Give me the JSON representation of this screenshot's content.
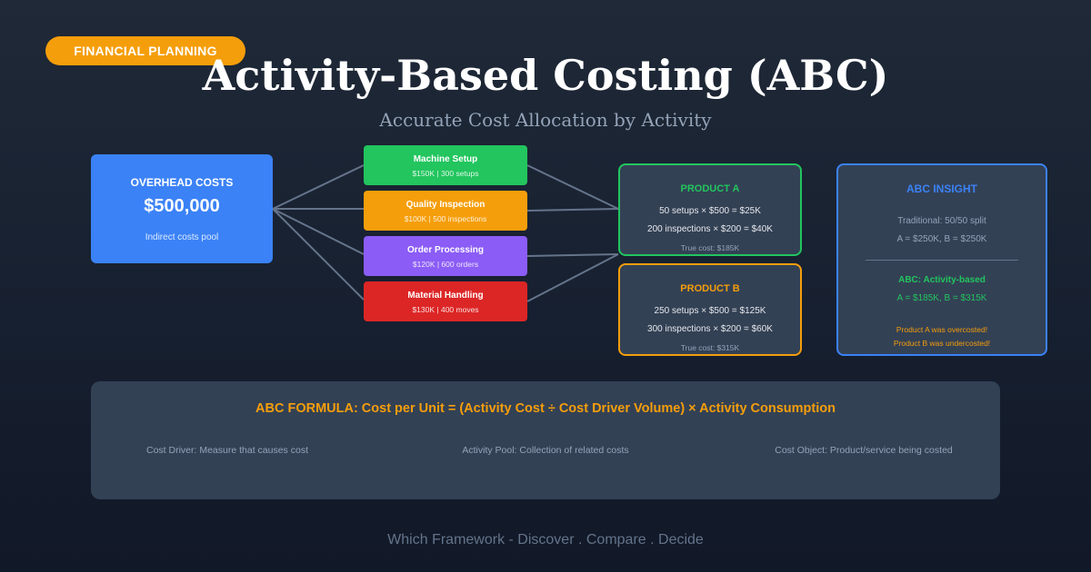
{
  "badge": "FINANCIAL PLANNING",
  "title": "Activity-Based Costing (ABC)",
  "subtitle": "Accurate Cost Allocation by Activity",
  "overhead": {
    "label": "OVERHEAD COSTS",
    "amount": "$500,000",
    "sub": "Indirect costs pool",
    "color": "#3b82f6"
  },
  "activities": [
    {
      "name": "Machine Setup",
      "detail": "$150K | 300 setups",
      "color": "#22c55e"
    },
    {
      "name": "Quality Inspection",
      "detail": "$100K | 500 inspections",
      "color": "#f59e0b"
    },
    {
      "name": "Order Processing",
      "detail": "$120K | 600 orders",
      "color": "#8b5cf6"
    },
    {
      "name": "Material Handling",
      "detail": "$130K | 400 moves",
      "color": "#dc2626"
    }
  ],
  "products": [
    {
      "name": "PRODUCT A",
      "line1": "50 setups × $500 = $25K",
      "line2": "200 inspections × $200 = $40K",
      "true_cost": "True cost: $185K",
      "color": "#22c55e"
    },
    {
      "name": "PRODUCT B",
      "line1": "250 setups × $500 = $125K",
      "line2": "300 inspections × $200 = $60K",
      "true_cost": "True cost: $315K",
      "color": "#f59e0b"
    }
  ],
  "insight": {
    "title": "ABC INSIGHT",
    "traditional": "Traditional: 50/50 split",
    "traditional_split": "A = $250K, B = $250K",
    "abc": "ABC: Activity-based",
    "abc_split": "A = $185K, B = $315K",
    "note1": "Product A was overcosted!",
    "note2": "Product B was undercosted!"
  },
  "formula": {
    "text": "ABC FORMULA: Cost per Unit = (Activity Cost ÷ Cost Driver Volume) × Activity Consumption",
    "terms": [
      "Cost Driver: Measure that causes cost",
      "Activity Pool: Collection of related costs",
      "Cost Object: Product/service being costed"
    ]
  },
  "footer": "Which Framework - Discover . Compare . Decide"
}
